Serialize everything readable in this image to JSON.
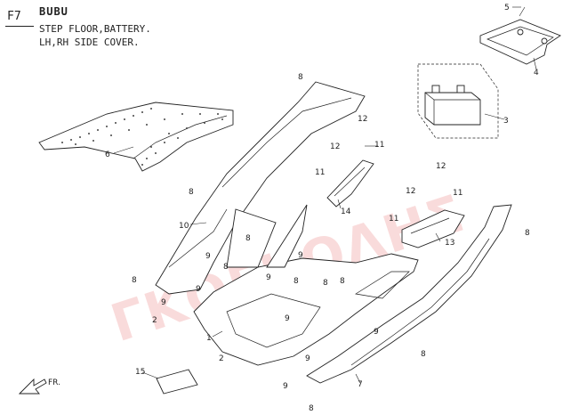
{
  "header": {
    "figure_code": "F7",
    "brand": "BUBU",
    "title_line1": "STEP FLOOR,BATTERY.",
    "title_line2": "LH,RH SIDE COVER."
  },
  "front_arrow_label": "FR.",
  "watermark": "ΓΚΟΓΚΟΛΗΣ",
  "callouts": [
    "1",
    "2",
    "2",
    "3",
    "4",
    "5",
    "6",
    "7",
    "8",
    "8",
    "8",
    "8",
    "8",
    "8",
    "8",
    "8",
    "8",
    "8",
    "8",
    "9",
    "9",
    "9",
    "9",
    "9",
    "9",
    "9",
    "9",
    "9",
    "10",
    "11",
    "11",
    "11",
    "11",
    "12",
    "12",
    "12",
    "12",
    "13",
    "14",
    "15"
  ],
  "colors": {
    "line": "#222222",
    "watermark": "#e23b3b"
  }
}
